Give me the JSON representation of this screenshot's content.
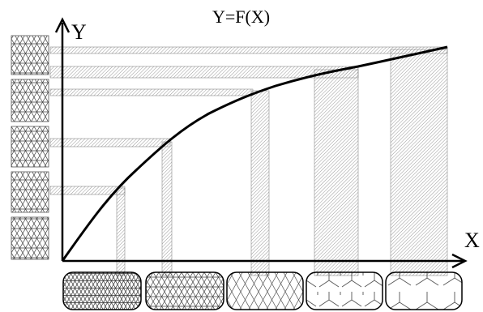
{
  "title": "Y=F(X)",
  "x_axis_label": "X",
  "y_axis_label": "Y",
  "colors": {
    "line": "#000000",
    "hatch": "#9a9a9a",
    "background": "#ffffff"
  },
  "left_tiles": {
    "count": 5,
    "pattern": "triangular-lattice"
  },
  "bottom_tiles": {
    "count": 5,
    "patterns": [
      "dense-triangular-lattice",
      "triangular-lattice",
      "sparse-lattice",
      "y-branch",
      "sparse-y-branch"
    ]
  }
}
